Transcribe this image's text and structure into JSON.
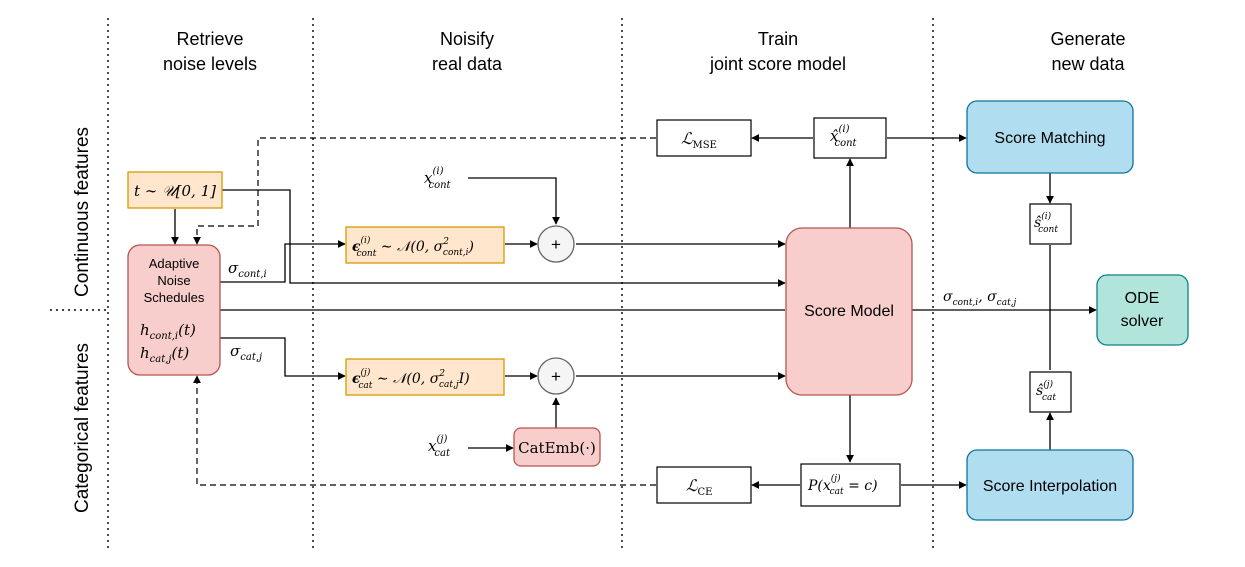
{
  "columns": [
    {
      "line1": "Retrieve",
      "line2": "noise levels"
    },
    {
      "line1": "Noisify",
      "line2": "real data"
    },
    {
      "line1": "Train",
      "line2": "joint score model"
    },
    {
      "line1": "Generate",
      "line2": "new data"
    }
  ],
  "rows": {
    "continuous": "Continuous features",
    "categorical": "Categorical features"
  },
  "nodes": {
    "t_sample": "t ∼ 𝒰[0, 1]",
    "adaptive": {
      "line1": "Adaptive",
      "line2": "Noise",
      "line3": "Schedules"
    },
    "h_cont": "h",
    "h_cont_sub": "cont,i",
    "h_cont_arg": "(t)",
    "h_cat": "h",
    "h_cat_sub": "cat,j",
    "h_cat_arg": "(t)",
    "eps_cont": {
      "main": "ϵ",
      "sub": "cont",
      "sup": "(i)",
      "rest": " ∼ 𝒩(0, σ",
      "rest_sup": "2",
      "rest_sub": "cont,i",
      "close": ")"
    },
    "eps_cat": {
      "main": "ϵ",
      "sub": "cat",
      "sup": "(j)",
      "rest": " ∼ 𝒩(0, σ",
      "rest_sup": "2",
      "rest_sub": "cat,j",
      "close": "I)"
    },
    "plus_cont": "+",
    "plus_cat": "+",
    "catemb": "CatEmb(·)",
    "score_model": "Score Model",
    "loss_mse": {
      "main": "ℒ",
      "sub": "MSE"
    },
    "loss_ce": {
      "main": "ℒ",
      "sub": "CE"
    },
    "xhat_cont": {
      "main": "x̂",
      "sub": "cont",
      "sup": "(i)"
    },
    "prob_cat": {
      "main": "P(x",
      "sub": "cat",
      "sup": "(j)",
      "rest": " = c)"
    },
    "score_matching": "Score Matching",
    "score_interp": "Score Interpolation",
    "shat_cont": {
      "main": "ŝ",
      "sub": "cont",
      "sup": "(i)"
    },
    "shat_cat": {
      "main": "ŝ",
      "sub": "cat",
      "sup": "(j)"
    },
    "ode": {
      "line1": "ODE",
      "line2": "solver"
    }
  },
  "labels": {
    "x_cont": {
      "main": "x",
      "sub": "cont",
      "sup": "(i)"
    },
    "x_cat": {
      "main": "x",
      "sub": "cat",
      "sup": "(j)"
    },
    "sigma_cont": {
      "main": "σ",
      "sub": "cont,i"
    },
    "sigma_cat": {
      "main": "σ",
      "sub": "cat,j"
    },
    "sigma_both": {
      "a": "σ",
      "a_sub": "cont,i",
      "sep": ", ",
      "b": "σ",
      "b_sub": "cat,j"
    }
  },
  "colors": {
    "orange_fill": "#ffe6cc",
    "orange_stroke": "#d79b00",
    "red_fill": "#f8cecc",
    "red_stroke": "#b85450",
    "blue_fill": "#b1ddf0",
    "blue_stroke": "#10739e",
    "plus_fill": "#f5f5f5",
    "plus_stroke": "#666666"
  }
}
